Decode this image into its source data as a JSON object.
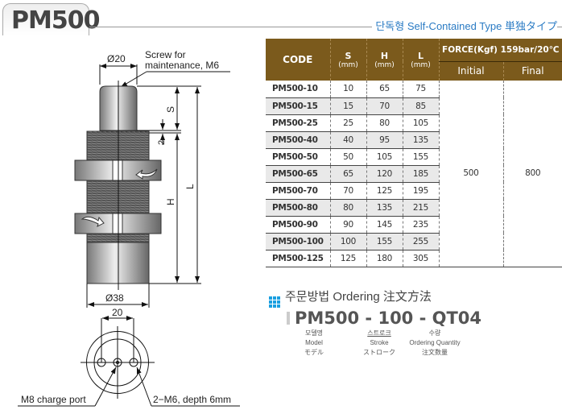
{
  "title": "PM500",
  "subtitle": "단독형 Self-Contained Type  単独タイプ",
  "drawing": {
    "dia_top": "Ø20",
    "screw_note_1": "Screw for",
    "screw_note_2": "maintenance, M6",
    "s": "S",
    "two": "2",
    "h": "H",
    "l": "L",
    "dia_bottom": "Ø38",
    "pitch": "20",
    "charge_port": "M8 charge port",
    "holes": "2−M6, depth 6mm"
  },
  "table": {
    "headers": {
      "code": "CODE",
      "s": "S",
      "h": "H",
      "l": "L",
      "unit": "(mm)",
      "force": "FORCE(Kgf) 159bar/20℃",
      "initial": "Initial",
      "final": "Final"
    },
    "rows": [
      {
        "code": "PM500-10",
        "s": "10",
        "h": "65",
        "l": "75"
      },
      {
        "code": "PM500-15",
        "s": "15",
        "h": "70",
        "l": "85"
      },
      {
        "code": "PM500-25",
        "s": "25",
        "h": "80",
        "l": "105"
      },
      {
        "code": "PM500-40",
        "s": "40",
        "h": "95",
        "l": "135"
      },
      {
        "code": "PM500-50",
        "s": "50",
        "h": "105",
        "l": "155"
      },
      {
        "code": "PM500-65",
        "s": "65",
        "h": "120",
        "l": "185"
      },
      {
        "code": "PM500-70",
        "s": "70",
        "h": "125",
        "l": "195"
      },
      {
        "code": "PM500-80",
        "s": "80",
        "h": "135",
        "l": "215"
      },
      {
        "code": "PM500-90",
        "s": "90",
        "h": "145",
        "l": "235"
      },
      {
        "code": "PM500-100",
        "s": "100",
        "h": "155",
        "l": "255"
      },
      {
        "code": "PM500-125",
        "s": "125",
        "h": "180",
        "l": "305"
      }
    ],
    "initial": "500",
    "final": "800"
  },
  "ordering": {
    "heading": "주문방법 Ordering  注文方法",
    "code": "PM500 - 100 - QT04",
    "model": [
      "모델명",
      "Model",
      "モデル"
    ],
    "stroke": [
      "스트로크",
      "Stroke",
      "ストローク"
    ],
    "qty": [
      "수량",
      "Ordering Quantity",
      "注文数量"
    ]
  }
}
